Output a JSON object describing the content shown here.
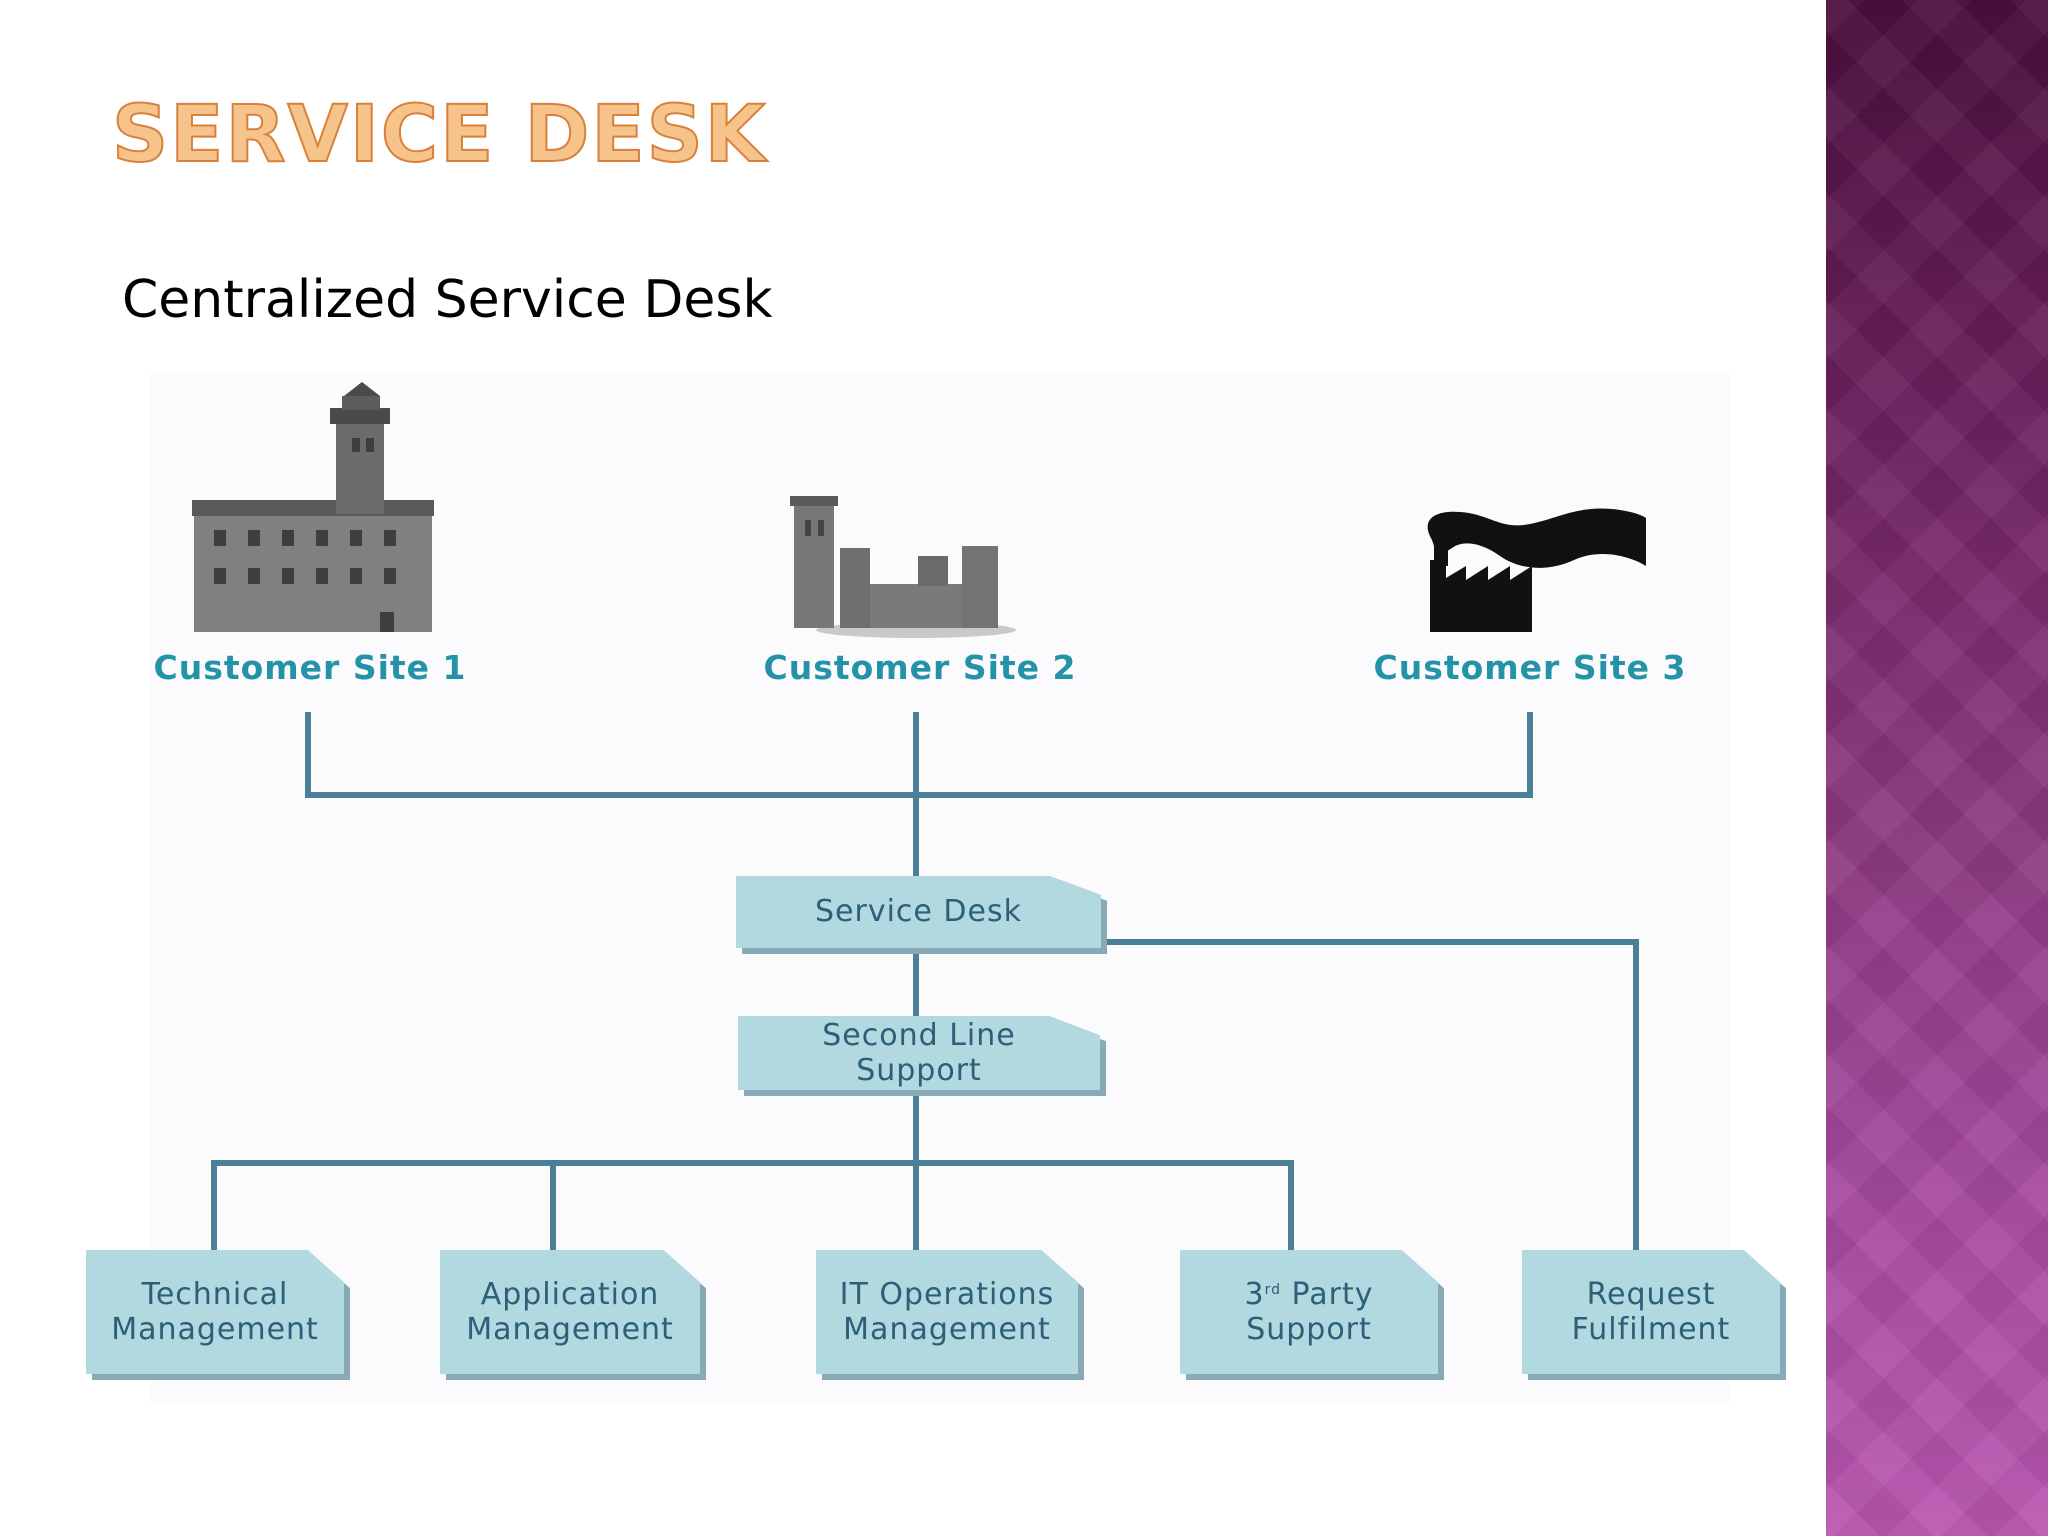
{
  "slide": {
    "title": "SERVICE DESK",
    "subtitle": "Centralized Service Desk"
  },
  "sites": [
    {
      "label": "Customer Site 1",
      "icon": "palace-icon"
    },
    {
      "label": "Customer Site 2",
      "icon": "castle-icon"
    },
    {
      "label": "Customer Site 3",
      "icon": "factory-icon"
    }
  ],
  "nodes": {
    "service_desk": "Service Desk",
    "second_line": "Second Line\nSupport",
    "technical": "Technical\nManagement",
    "application": "Application\nManagement",
    "it_operations": "IT Operations\nManagement",
    "third_party_pre": "3",
    "third_party_sup": "rd",
    "third_party_post": " Party\nSupport",
    "request": "Request\nFulfilment"
  },
  "colors": {
    "title": "#f6c48b",
    "site_label": "#2492a8",
    "box_fill": "#b2d8e0",
    "box_text": "#2c5f78",
    "connector": "#4a7f97",
    "sidebar": "#8d3a82"
  }
}
